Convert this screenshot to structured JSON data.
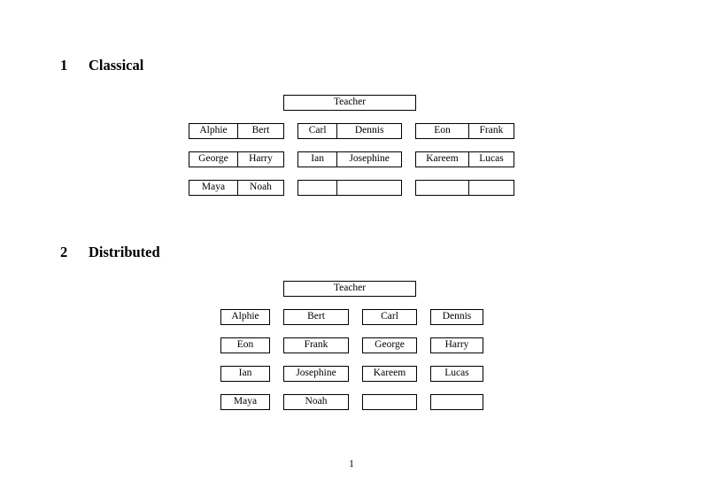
{
  "document": {
    "page_number": "1"
  },
  "sections": [
    {
      "number": "1",
      "title": "Classical",
      "teacher_label": "Teacher",
      "layout": "paired",
      "groups": [
        {
          "name": "left-group",
          "rows": [
            {
              "cells": [
                "Alphie",
                "Bert"
              ]
            },
            {
              "cells": [
                "George",
                "Harry"
              ]
            },
            {
              "cells": [
                "Maya",
                "Noah"
              ]
            }
          ]
        },
        {
          "name": "middle-group",
          "rows": [
            {
              "cells": [
                "Carl",
                "Dennis"
              ]
            },
            {
              "cells": [
                "Ian",
                "Josephine"
              ]
            },
            {
              "cells": [
                "",
                ""
              ]
            }
          ]
        },
        {
          "name": "right-group",
          "rows": [
            {
              "cells": [
                "Eon",
                "Frank"
              ]
            },
            {
              "cells": [
                "Kareem",
                "Lucas"
              ]
            },
            {
              "cells": [
                "",
                ""
              ]
            }
          ]
        }
      ]
    },
    {
      "number": "2",
      "title": "Distributed",
      "teacher_label": "Teacher",
      "layout": "individual",
      "rows": [
        {
          "cells": [
            "Alphie",
            "Bert",
            "Carl",
            "Dennis"
          ]
        },
        {
          "cells": [
            "Eon",
            "Frank",
            "George",
            "Harry"
          ]
        },
        {
          "cells": [
            "Ian",
            "Josephine",
            "Kareem",
            "Lucas"
          ]
        },
        {
          "cells": [
            "Maya",
            "Noah",
            "",
            ""
          ]
        }
      ]
    }
  ],
  "colors": {
    "page_background": "#ffffff",
    "text": "#000000",
    "border": "#000000"
  }
}
